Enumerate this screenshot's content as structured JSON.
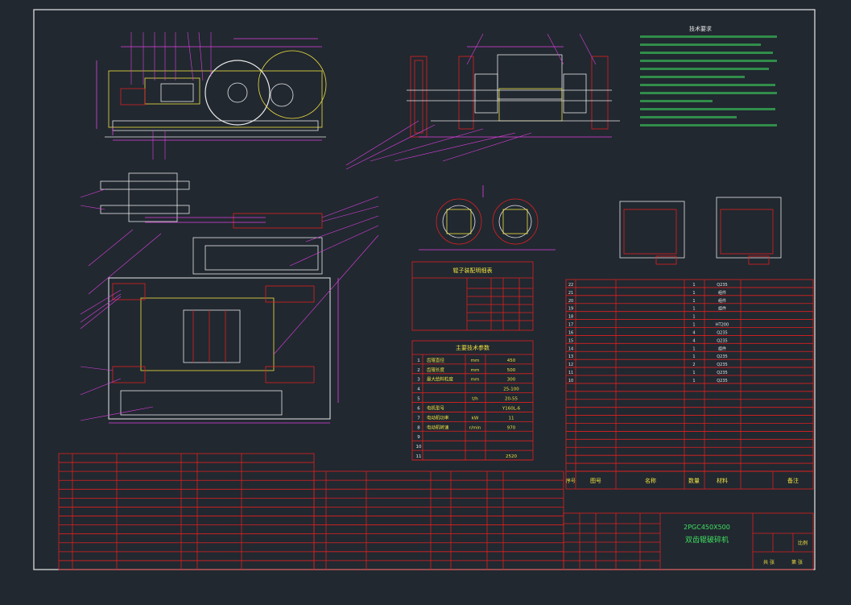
{
  "drawing": {
    "title_code": "2PGC450X500",
    "title_name": "双齿辊破碎机"
  },
  "tech_params_table": {
    "title": "主要技术参数",
    "rows": [
      {
        "no": "1",
        "name": "齿辊直径",
        "unit": "mm",
        "value": "450"
      },
      {
        "no": "2",
        "name": "齿辊长度",
        "unit": "mm",
        "value": "500"
      },
      {
        "no": "3",
        "name": "最大给料粒度",
        "unit": "mm",
        "value": "300"
      },
      {
        "no": "4",
        "name": "",
        "unit": "",
        "value": "25-100"
      },
      {
        "no": "5",
        "name": "",
        "unit": "t/h",
        "value": "20-55"
      },
      {
        "no": "6",
        "name": "电机型号",
        "unit": "",
        "value": "Y160L-6"
      },
      {
        "no": "7",
        "name": "电动机功率",
        "unit": "kW",
        "value": "11"
      },
      {
        "no": "8",
        "name": "电动机转速",
        "unit": "r/min",
        "value": "970"
      },
      {
        "no": "9",
        "name": "",
        "unit": "",
        "value": ""
      },
      {
        "no": "10",
        "name": "",
        "unit": "",
        "value": ""
      },
      {
        "no": "11",
        "name": "",
        "unit": "",
        "value": "2520"
      }
    ]
  },
  "roller_table": {
    "title": "辊子装配明细表"
  },
  "parts_list_right": [
    {
      "no": "22",
      "code": "",
      "name": "",
      "qty": "1",
      "mat": "Q235"
    },
    {
      "no": "21",
      "code": "",
      "name": "",
      "qty": "1",
      "mat": "组件"
    },
    {
      "no": "20",
      "code": "",
      "name": "",
      "qty": "1",
      "mat": "组件"
    },
    {
      "no": "19",
      "code": "",
      "name": "",
      "qty": "1",
      "mat": "组件"
    },
    {
      "no": "18",
      "code": "",
      "name": "",
      "qty": "1",
      "mat": ""
    },
    {
      "no": "17",
      "code": "",
      "name": "",
      "qty": "1",
      "mat": "HT200"
    },
    {
      "no": "16",
      "code": "",
      "name": "",
      "qty": "4",
      "mat": "Q235"
    },
    {
      "no": "15",
      "code": "",
      "name": "",
      "qty": "4",
      "mat": "Q235"
    },
    {
      "no": "14",
      "code": "",
      "name": "",
      "qty": "1",
      "mat": "组件"
    },
    {
      "no": "13",
      "code": "",
      "name": "",
      "qty": "1",
      "mat": "Q235"
    },
    {
      "no": "12",
      "code": "",
      "name": "",
      "qty": "2",
      "mat": "Q235"
    },
    {
      "no": "11",
      "code": "",
      "name": "",
      "qty": "1",
      "mat": "Q235"
    },
    {
      "no": "10",
      "code": "",
      "name": "",
      "qty": "1",
      "mat": "Q235"
    }
  ],
  "title_block": {
    "header_no": "序号",
    "header_code": "图号",
    "header_name": "名称",
    "header_qty": "数量",
    "header_mat": "材料",
    "header_note": "备注",
    "scale_label": "比例",
    "sheet_label": "共 张",
    "page_label": "第 张"
  },
  "tech_req": {
    "title": "技术要求"
  }
}
